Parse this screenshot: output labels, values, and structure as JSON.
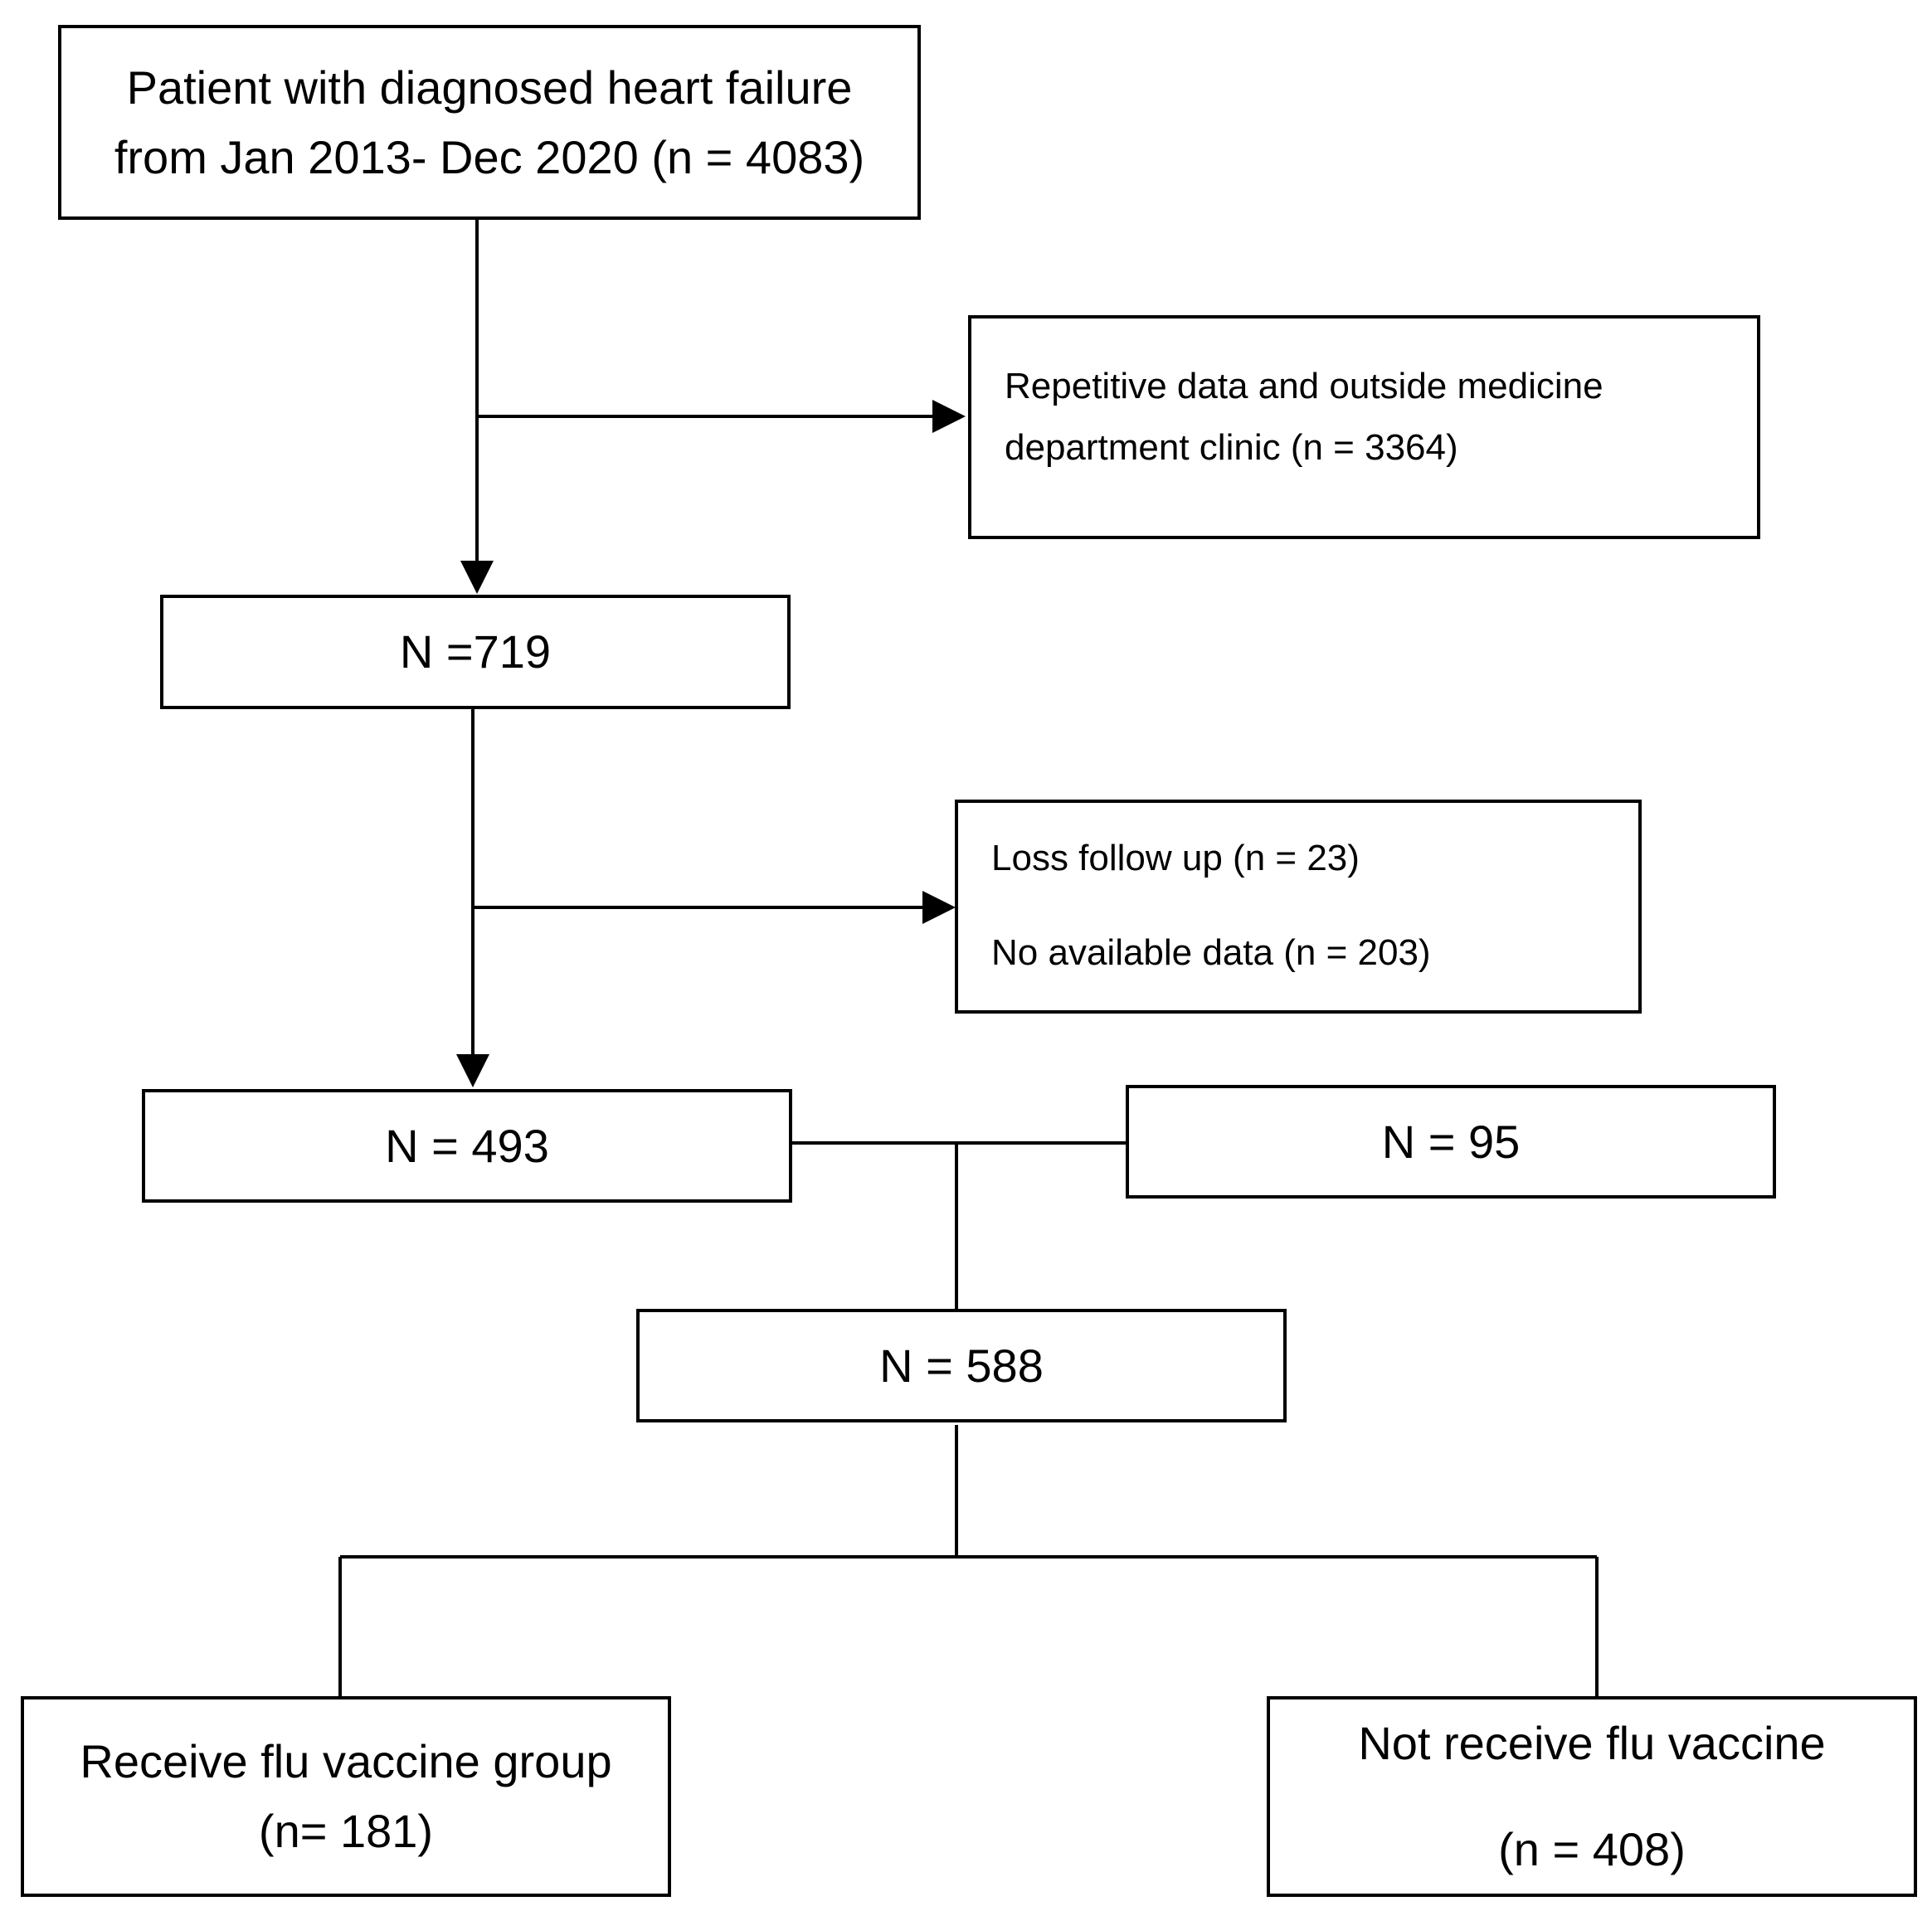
{
  "flowchart": {
    "start": {
      "line1": "Patient with diagnosed heart failure",
      "line2": "from Jan 2013- Dec 2020 (n = 4083)"
    },
    "exclusion1": {
      "line1": "Repetitive data and outside medicine",
      "line2": "department clinic (n = 3364)"
    },
    "step1": {
      "label": "N =719"
    },
    "exclusion2": {
      "line1": "Loss follow up (n = 23)",
      "line2": "No available data (n = 203)"
    },
    "step2": {
      "label": "N = 493"
    },
    "side": {
      "label": "N = 95"
    },
    "merged": {
      "label": "N = 588"
    },
    "group_vaccine": {
      "line1": "Receive flu vaccine group",
      "line2": "(n= 181)"
    },
    "group_no_vaccine": {
      "line1": "Not receive flu vaccine",
      "line2": "(n = 408)"
    }
  }
}
